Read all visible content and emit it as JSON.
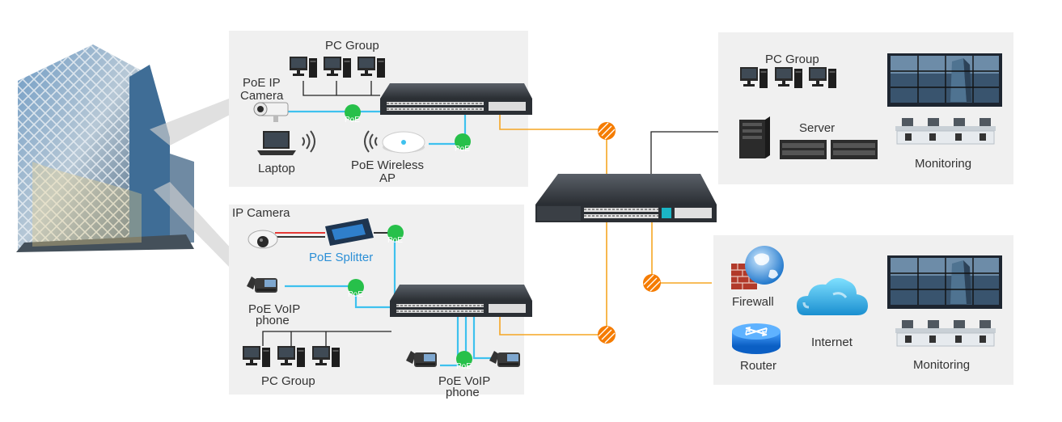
{
  "labels": {
    "pc_group_top": "PC Group",
    "poe_ip_camera_1": "PoE  IP",
    "poe_ip_camera_2": "Camera",
    "laptop": "Laptop",
    "poe_wireless_ap_1": "PoE Wireless",
    "poe_wireless_ap_2": "AP",
    "ip_camera": "IP Camera",
    "poe_splitter": "PoE Splitter",
    "poe_voip_left_1": "PoE VoIP",
    "poe_voip_left_2": "phone",
    "pc_group_bottom": "PC Group",
    "poe_voip_bottom_1": "PoE VoIP",
    "poe_voip_bottom_2": "phone",
    "pc_group_right": "PC Group",
    "server": "Server",
    "monitoring_top": "Monitoring",
    "firewall": "Firewall",
    "router": "Router",
    "internet": "Internet",
    "monitoring_bottom": "Monitoring"
  },
  "poe_badge_text": "PoE",
  "colors": {
    "panel_bg": "#f0f0f0",
    "poe_link": "#3ec1ee",
    "uplink": "#f5a623",
    "poe_badge": "#27c04a",
    "fiber_node": "#f57c00",
    "splitter_red": "#e53935",
    "splitter_black": "#333333"
  }
}
